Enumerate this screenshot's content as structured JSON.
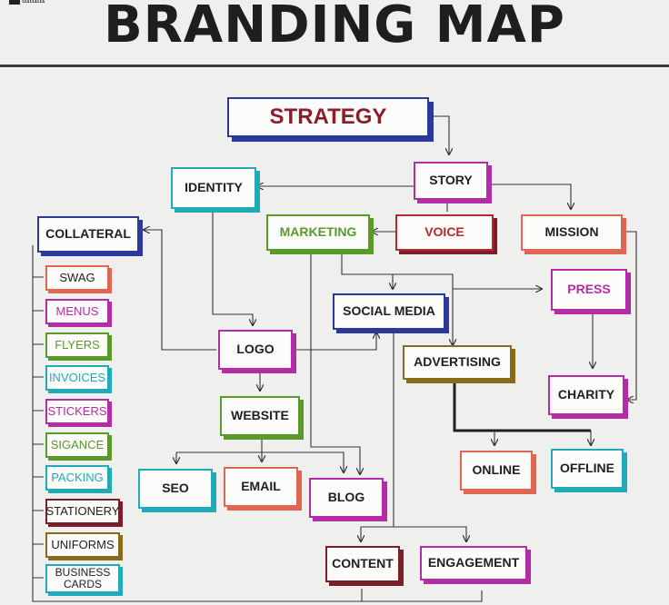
{
  "header": {
    "logo_text": "tatata",
    "title": "BRANDING MAP"
  },
  "colors": {
    "navy": "#2b3a9a",
    "red": "#b22a2a",
    "magenta": "#b42ca6",
    "green": "#5a9a2a",
    "teal": "#21aab8",
    "salmon": "#e06552",
    "brown": "#7a1e2a",
    "olive": "#8a6a1e",
    "dark": "#222222"
  },
  "nodes": {
    "strategy": "STRATEGY",
    "story": "STORY",
    "identity": "IDENTITY",
    "marketing": "MARKETING",
    "voice": "VOICE",
    "mission": "MISSION",
    "collateral": "COLLATERAL",
    "social_media": "SOCIAL MEDIA",
    "press": "PRESS",
    "logo": "LOGO",
    "advertising": "ADVERTISING",
    "charity": "CHARITY",
    "website": "WEBSITE",
    "online": "ONLINE",
    "offline": "OFFLINE",
    "seo": "SEO",
    "email": "EMAIL",
    "blog": "BLOG",
    "content": "CONTENT",
    "engagement": "ENGAGEMENT"
  },
  "collateral_items": [
    "SWAG",
    "MENUS",
    "FLYERS",
    "INVOICES",
    "STICKERS",
    "SIGANCE",
    "PACKING",
    "STATIONERY",
    "UNIFORMS",
    "BUSINESS CARDS"
  ]
}
